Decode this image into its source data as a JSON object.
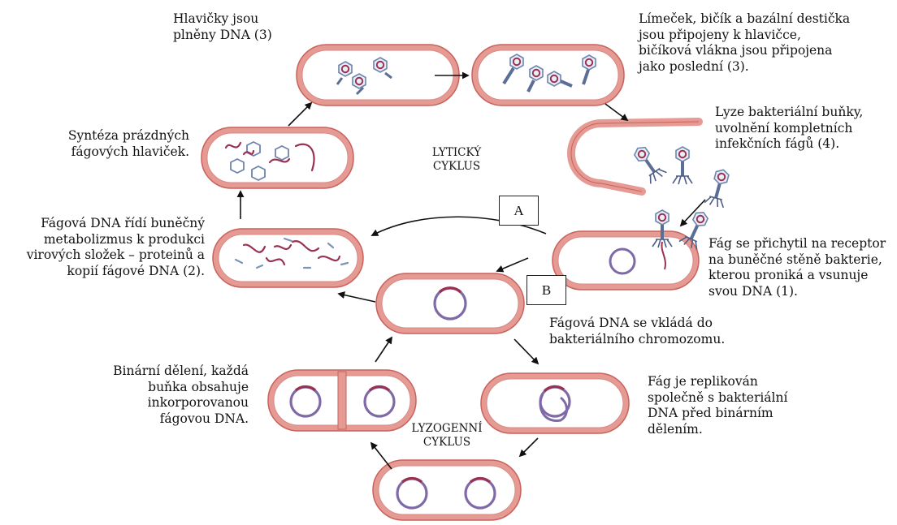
{
  "labels": {
    "lytic_title": [
      "LYTICKÝ",
      "CYKLUS"
    ],
    "lysogenic_title": [
      "LYZOGENNÍ",
      "CYKLUS"
    ],
    "box_a": "A",
    "box_b": "B",
    "heads_filled": [
      "Hlavičky jsou",
      "plněny DNA (3)"
    ],
    "tail_assembly": [
      "Límeček, bičík a bazální destička",
      "jsou připojeny k hlavičce,",
      "bičíková vlákna jsou připojena",
      "jako poslední (3)."
    ],
    "lysis": [
      "Lyze bakteriální buňky,",
      "uvolnění kompletních",
      "infekčních fágů (4)."
    ],
    "empty_heads": [
      "Syntéza prázdných",
      "fágových hlaviček."
    ],
    "metabolism": [
      "Fágová DNA řídí buněčný",
      "metabolizmus k produkci",
      "virových složek – proteinů a",
      "kopií fágové DNA (2)."
    ],
    "attachment": [
      "Fág se přichytil na receptor",
      "na buněčné stěně bakterie,",
      "kterou proniká a vsunuje",
      "svou DNA (1)."
    ],
    "integration": [
      "Fágová DNA se vkládá do",
      "bakteriálního chromozomu."
    ],
    "binary_fission": [
      "Binární dělení, každá",
      "buňka obsahuje",
      "inkorporovanou",
      "fágovou DNA."
    ],
    "replication": [
      "Fág je replikován",
      "společně s bakteriální",
      "DNA před binárním",
      "dělením."
    ]
  },
  "colors": {
    "cell_wall": "#e59a93",
    "cell_wall_outline": "#c9625c",
    "phage_dna": "#9a3150",
    "chromosome": "#7f6aa8",
    "head_shell": "#7e93b8",
    "arrow": "#111111"
  }
}
